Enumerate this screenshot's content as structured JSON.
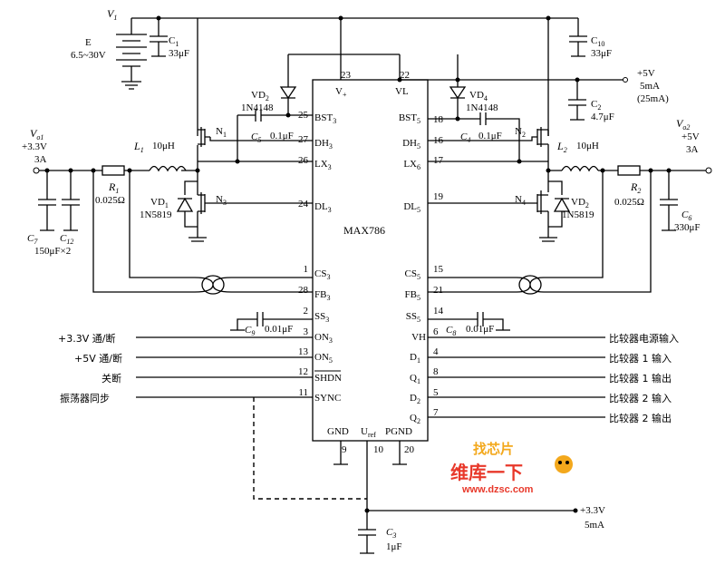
{
  "ic": {
    "name": "MAX786"
  },
  "left_pins": [
    {
      "label": "BST",
      "sub": "3",
      "num": "25"
    },
    {
      "label": "DH",
      "sub": "3",
      "num": "27"
    },
    {
      "label": "LX",
      "sub": "3",
      "num": "26"
    },
    {
      "label": "DL",
      "sub": "3",
      "num": "24"
    },
    {
      "label": "CS",
      "sub": "3",
      "num": "1"
    },
    {
      "label": "FB",
      "sub": "3",
      "num": "28"
    },
    {
      "label": "SS",
      "sub": "3",
      "num": "2"
    },
    {
      "label": "ON",
      "sub": "3",
      "num": "3"
    },
    {
      "label": "ON",
      "sub": "5",
      "num": "13"
    },
    {
      "label": "SHDN",
      "sub": "",
      "num": "12"
    },
    {
      "label": "SYNC",
      "sub": "",
      "num": "11"
    }
  ],
  "right_pins": [
    {
      "label": "BST",
      "sub": "5",
      "num": "18"
    },
    {
      "label": "DH",
      "sub": "5",
      "num": "16"
    },
    {
      "label": "LX",
      "sub": "6",
      "num": "17"
    },
    {
      "label": "DL",
      "sub": "5",
      "num": "19"
    },
    {
      "label": "CS",
      "sub": "5",
      "num": "15"
    },
    {
      "label": "FB",
      "sub": "5",
      "num": "21"
    },
    {
      "label": "SS",
      "sub": "5",
      "num": "14"
    },
    {
      "label": "VH",
      "sub": "",
      "num": "6"
    },
    {
      "label": "D",
      "sub": "1",
      "num": "4"
    },
    {
      "label": "Q",
      "sub": "1",
      "num": "8"
    },
    {
      "label": "D",
      "sub": "2",
      "num": "5"
    },
    {
      "label": "Q",
      "sub": "2",
      "num": "7"
    }
  ],
  "top_pins": [
    {
      "label": "V",
      "sub": "+",
      "num": "23"
    },
    {
      "label": "VL",
      "sub": "",
      "num": "22"
    }
  ],
  "bottom_pins": [
    {
      "label": "GND",
      "sub": "",
      "num": "9"
    },
    {
      "label": "U",
      "sub": "ref",
      "num": "10"
    },
    {
      "label": "PGND",
      "sub": "",
      "num": "20"
    }
  ],
  "components": {
    "v1": {
      "name": "V",
      "sub": "1"
    },
    "battery": {
      "name": "E",
      "value": "6.5~30V"
    },
    "c1": {
      "name": "C",
      "sub": "1",
      "value": "33μF"
    },
    "c10": {
      "name": "C",
      "sub": "10",
      "value": "33μF"
    },
    "c2": {
      "name": "C",
      "sub": "2",
      "value": "4.7μF"
    },
    "vd2": {
      "name": "VD",
      "sub": "2",
      "value": "1N4148"
    },
    "vd4": {
      "name": "VD",
      "sub": "4",
      "value": "1N4148"
    },
    "n1": {
      "name": "N",
      "sub": "1"
    },
    "n2": {
      "name": "N",
      "sub": "2"
    },
    "n3": {
      "name": "N",
      "sub": "3"
    },
    "n4": {
      "name": "N",
      "sub": "4"
    },
    "c5": {
      "name": "C",
      "sub": "5",
      "value": "0.1μF"
    },
    "c4": {
      "name": "C",
      "sub": "4",
      "value": "0.1μF"
    },
    "l1": {
      "name": "L",
      "sub": "1",
      "value": "10μH"
    },
    "l2": {
      "name": "L",
      "sub": "2",
      "value": "10μH"
    },
    "r1": {
      "name": "R",
      "sub": "1",
      "value": "0.025Ω"
    },
    "r2": {
      "name": "R",
      "sub": "2",
      "value": "0.025Ω"
    },
    "vd1": {
      "name": "VD",
      "sub": "1",
      "value": "1N5819"
    },
    "vd2b": {
      "name": "VD",
      "sub": "2",
      "value": "1N5819"
    },
    "c7": {
      "name": "C",
      "sub": "7"
    },
    "c12": {
      "name": "C",
      "sub": "12",
      "value": "150μF×2"
    },
    "c6": {
      "name": "C",
      "sub": "6",
      "value": "330μF"
    },
    "c9": {
      "name": "C",
      "sub": "9",
      "value": "0.01μF"
    },
    "c8": {
      "name": "C",
      "sub": "8",
      "value": "0.01μF"
    },
    "c3": {
      "name": "C",
      "sub": "3",
      "value": "1μF"
    }
  },
  "outputs": {
    "vo1": {
      "name": "V",
      "sub": "o1",
      "voltage": "+3.3V",
      "current": "3A"
    },
    "vo2": {
      "name": "V",
      "sub": "o2",
      "voltage": "+5V",
      "current": "3A"
    },
    "vl_out": {
      "voltage": "+5V",
      "current": "5mA",
      "peak": "(25mA)"
    },
    "ref_out": {
      "voltage": "+3.3V",
      "current": "5mA"
    }
  },
  "left_labels": [
    "+3.3V 通/断",
    "+5V 通/断",
    "关断",
    "振荡器同步"
  ],
  "right_labels": [
    "比较器电源输入",
    "比较器 1 输入",
    "比较器 1 输出",
    "比较器 2 输入",
    "比较器 2 输出"
  ],
  "watermark": {
    "brand": "维库一下",
    "url": "www.dzsc.com",
    "tag": "找芯片"
  }
}
